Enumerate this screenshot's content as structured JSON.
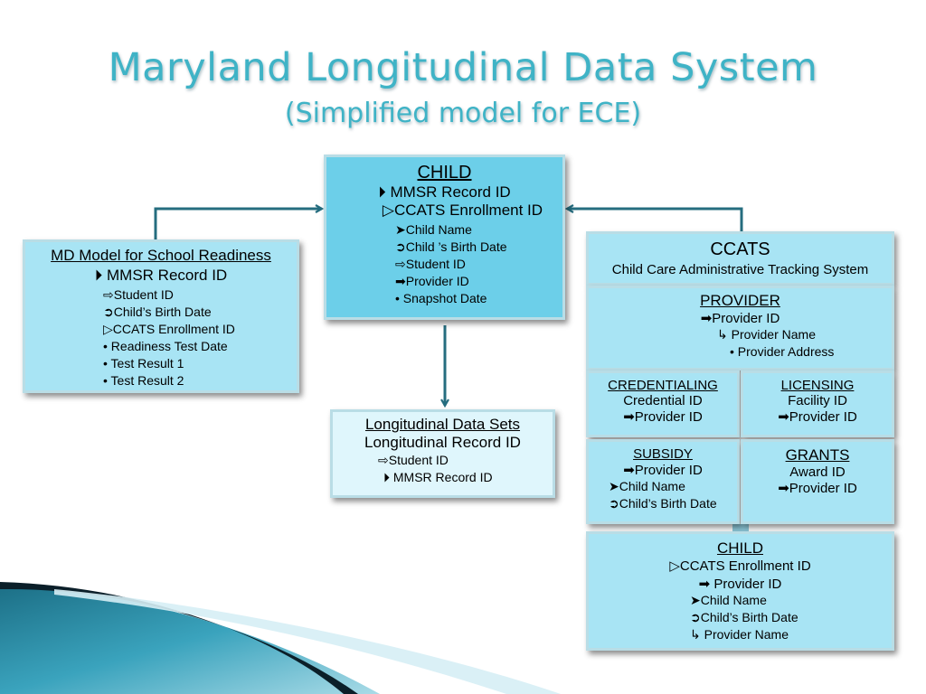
{
  "title": {
    "main": "Maryland Longitudinal Data System",
    "sub": "(Simplified model for ECE)"
  },
  "colors": {
    "title": "#3fb3c6",
    "box_light": "#a8e4f4",
    "box_dark": "#6ccfe9",
    "box_pale": "#dff6fc",
    "arrow": "#256d7f"
  },
  "child_box": {
    "header": "CHILD",
    "items": [
      "MMSR Record ID",
      "CCATS Enrollment ID",
      "Child Name",
      "Child ’s Birth Date",
      "Student ID",
      "Provider ID",
      "Snapshot Date"
    ],
    "icons": [
      "play-arrow-icon",
      "triangle-outline-icon",
      "arrowhead-icon",
      "curved-arrow-icon",
      "outline-arrow-icon",
      "bold-arrow-icon",
      "bullet-icon"
    ]
  },
  "mmsr_box": {
    "header": "MD Model for School Readiness",
    "items": [
      "MMSR Record ID",
      "Student ID",
      "Child’s Birth Date",
      "CCATS Enrollment ID",
      "Readiness Test Date",
      "Test Result 1",
      "Test Result 2"
    ],
    "icons": [
      "play-arrow-icon",
      "outline-arrow-icon",
      "curved-arrow-icon",
      "triangle-outline-icon",
      "bullet-icon",
      "bullet-icon",
      "bullet-icon"
    ]
  },
  "longitudinal_box": {
    "header": "Longitudinal Data Sets",
    "items": [
      "Longitudinal Record ID",
      "Student ID",
      "MMSR Record ID"
    ],
    "icons": [
      "",
      "outline-arrow-icon",
      "play-arrow-icon"
    ]
  },
  "ccats_box": {
    "header": "CCATS",
    "subheader": "Child Care Administrative Tracking System"
  },
  "provider_box": {
    "header": "PROVIDER",
    "items": [
      "Provider ID",
      "Provider Name",
      "Provider Address"
    ],
    "icons": [
      "bold-arrow-icon",
      "return-arrow-icon",
      "bullet-icon"
    ]
  },
  "credentialing_box": {
    "header": "CREDENTIALING",
    "items": [
      "Credential ID",
      "Provider ID"
    ],
    "icons": [
      "",
      "bold-arrow-icon"
    ]
  },
  "licensing_box": {
    "header": "LICENSING",
    "items": [
      "Facility ID",
      "Provider ID"
    ],
    "icons": [
      "",
      "bold-arrow-icon"
    ]
  },
  "subsidy_box": {
    "header": "SUBSIDY",
    "items": [
      "Provider ID",
      "Child Name",
      "Child’s Birth Date"
    ],
    "icons": [
      "bold-arrow-icon",
      "arrowhead-icon",
      "curved-arrow-icon"
    ]
  },
  "grants_box": {
    "header": "GRANTS",
    "items": [
      "Award ID",
      "Provider ID"
    ],
    "icons": [
      "",
      "bold-arrow-icon"
    ]
  },
  "ccats_child_box": {
    "header": "CHILD",
    "items": [
      "CCATS Enrollment ID",
      "Provider ID",
      "Child Name",
      "Child’s Birth Date",
      "Provider Name"
    ],
    "icons": [
      "triangle-outline-icon",
      "bold-arrow-icon",
      "arrowhead-icon",
      "curved-arrow-icon",
      "return-arrow-icon"
    ]
  }
}
